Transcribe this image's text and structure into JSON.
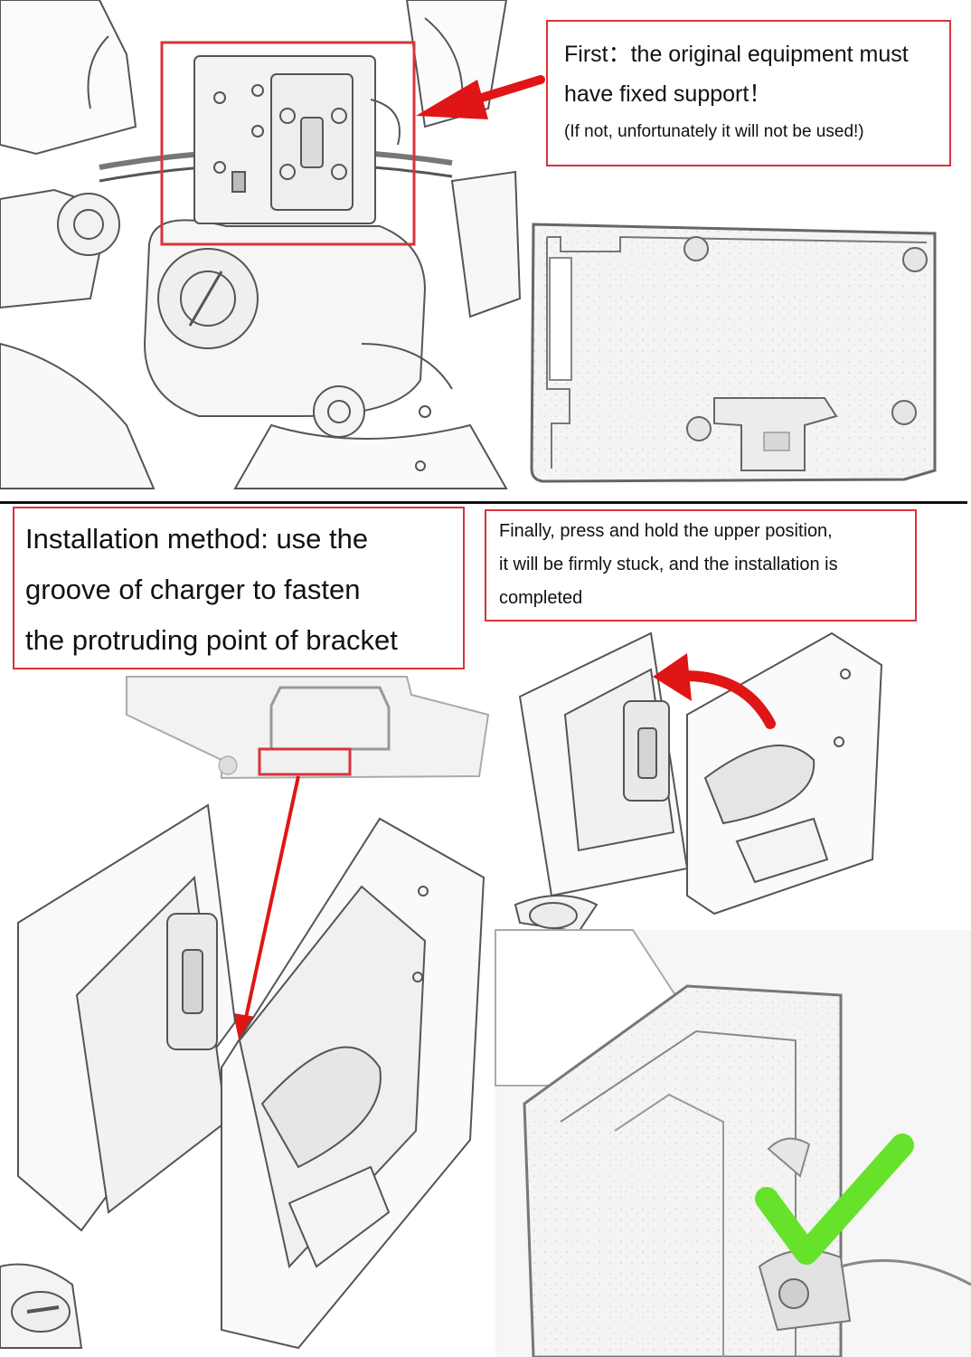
{
  "callouts": {
    "first": {
      "line1": "First：the original equipment must",
      "line2": "have fixed support！",
      "line3": "(If not, unfortunately it will not be used!)"
    },
    "installation": {
      "line1": "Installation method: use the",
      "line2": "groove of charger to fasten",
      "line3": "the protruding point of bracket"
    },
    "finally": {
      "line1": "Finally, press and hold the upper position,",
      "line2": "it will be firmly stuck, and the installation is",
      "line3": "completed"
    }
  },
  "colors": {
    "callout_border": "#d8333a",
    "arrow_red": "#e01515",
    "check_green": "#66e22a",
    "divider": "#111111"
  },
  "icons": [
    "arrow-right-icon",
    "curved-arrow-icon",
    "arrow-down-icon",
    "checkmark-icon"
  ]
}
